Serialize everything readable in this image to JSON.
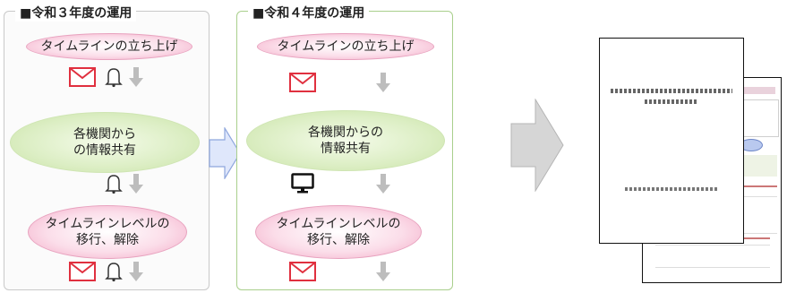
{
  "panels": {
    "r3": {
      "title": "■令和３年度の運用",
      "step1": "タイムラインの立ち上げ",
      "step2_line1": "各機関から",
      "step2_line2": "の情報共有",
      "step3_line1": "タイムラインレベルの",
      "step3_line2": "移行、解除"
    },
    "r4": {
      "title": "■令和４年度の運用",
      "step1": "タイムラインの立ち上げ",
      "step2_line1": "各機関からの",
      "step2_line2": "情報共有",
      "step3_line1": "タイムラインレベルの",
      "step3_line2": "移行、解除"
    }
  },
  "icons": [
    "mail-icon",
    "bell-icon",
    "down-arrow-icon",
    "monitor-icon",
    "right-arrow-icon",
    "document-icon"
  ],
  "colors": {
    "pink_pill": "#fbdde9",
    "green_pill": "#dceec4",
    "mail_red": "#e0303f",
    "arrow_gray": "#bdbdbd",
    "blue_arrow": "#dfe7fb",
    "r4_border": "#a9cf8c"
  }
}
